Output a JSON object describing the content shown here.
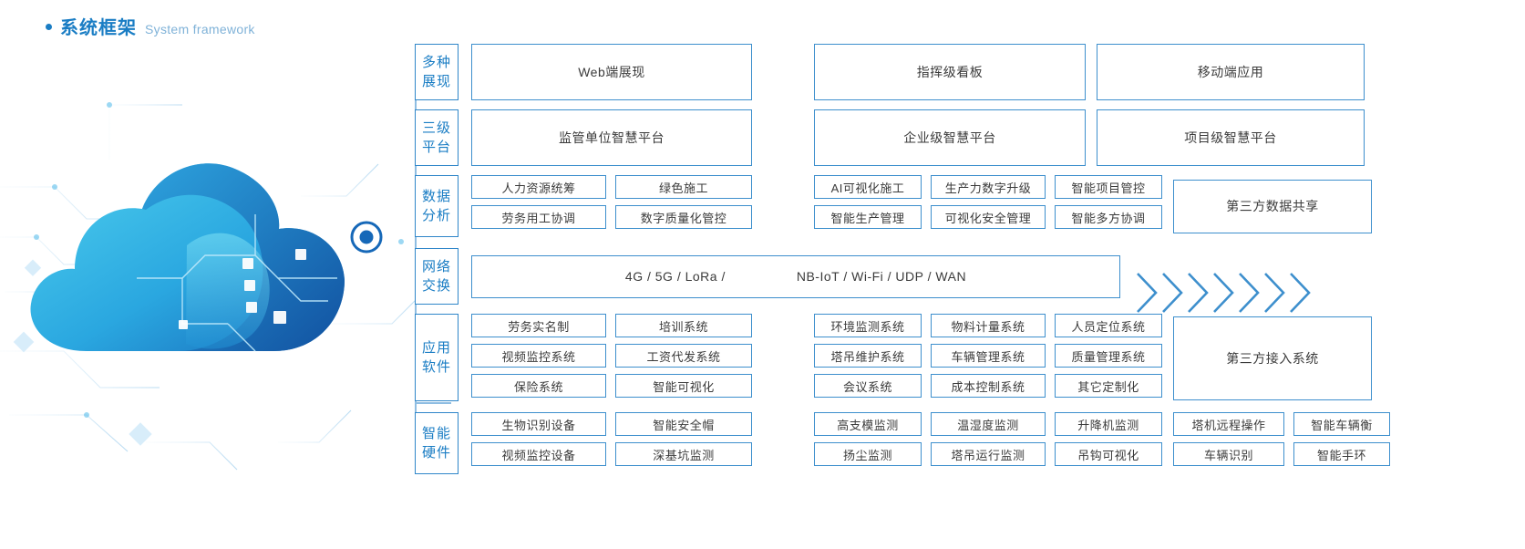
{
  "header": {
    "title_zh": "系统框架",
    "title_en": "System framework",
    "accent": "#1a7dc4"
  },
  "artwork": {
    "name": "cloud-network-illustration",
    "primary": "#1b7fc4",
    "secondary": "#3ec8e8"
  },
  "rows": [
    {
      "id": "presentation",
      "label_line1": "多种",
      "label_line2": "展现",
      "left_items": [
        "Web端展现"
      ],
      "right_items": [
        "指挥级看板",
        "移动端应用"
      ]
    },
    {
      "id": "platform",
      "label_line1": "三级",
      "label_line2": "平台",
      "left_items": [
        "监管单位智慧平台"
      ],
      "right_items": [
        "企业级智慧平台",
        "项目级智慧平台"
      ]
    },
    {
      "id": "data-analysis",
      "label_line1": "数据",
      "label_line2": "分析",
      "left_grid": [
        [
          "人力资源统筹",
          "绿色施工"
        ],
        [
          "劳务用工协调",
          "数字质量化管控"
        ]
      ],
      "right_grid": [
        [
          "AI可视化施工",
          "生产力数字升级",
          "智能项目管控"
        ],
        [
          "智能生产管理",
          "可视化安全管理",
          "智能多方协调"
        ]
      ],
      "tail": "第三方数据共享"
    },
    {
      "id": "network",
      "label_line1": "网络",
      "label_line2": "交换",
      "bar_text_left": "4G / 5G / LoRa /",
      "bar_text_right": "NB-IoT / Wi-Fi / UDP / WAN",
      "chevron_count": 7
    },
    {
      "id": "application-software",
      "label_line1": "应用",
      "label_line2": "软件",
      "left_grid": [
        [
          "劳务实名制",
          "培训系统"
        ],
        [
          "视频监控系统",
          "工资代发系统"
        ],
        [
          "保险系统",
          "智能可视化"
        ]
      ],
      "right_grid": [
        [
          "环境监测系统",
          "物料计量系统",
          "人员定位系统"
        ],
        [
          "塔吊维护系统",
          "车辆管理系统",
          "质量管理系统"
        ],
        [
          "会议系统",
          "成本控制系统",
          "其它定制化"
        ]
      ],
      "tail": "第三方接入系统"
    },
    {
      "id": "smart-hardware",
      "label_line1": "智能",
      "label_line2": "硬件",
      "left_grid": [
        [
          "生物识别设备",
          "智能安全帽"
        ],
        [
          "视频监控设备",
          "深基坑监测"
        ]
      ],
      "right_grid": [
        [
          "高支模监测",
          "温湿度监测",
          "升降机监测"
        ],
        [
          "扬尘监测",
          "塔吊运行监测",
          "吊钩可视化"
        ]
      ],
      "extra_grid": [
        [
          "塔机远程操作",
          "智能车辆衡"
        ],
        [
          "车辆识别",
          "智能手环"
        ]
      ]
    }
  ]
}
